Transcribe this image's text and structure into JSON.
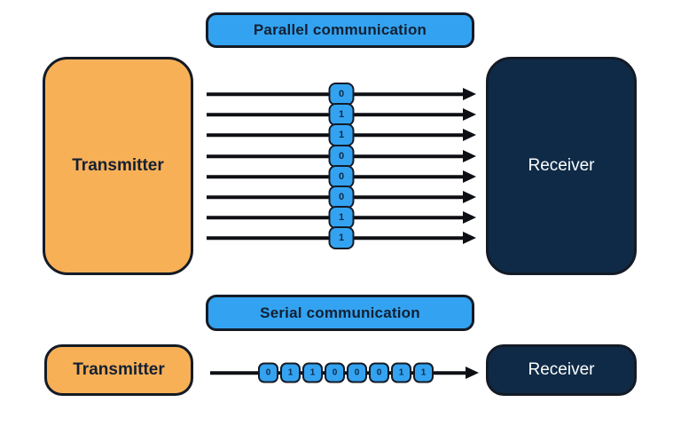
{
  "colors": {
    "page-bg": "#ffffff",
    "blue": "#33a3f1",
    "orange": "#f8b057",
    "navy": "#0e2a47",
    "border": "#141b26",
    "line": "#0d0f14",
    "dark-text": "#132032"
  },
  "parallel": {
    "title": "Parallel communication",
    "transmitter_label": "Transmitter",
    "receiver_label": "Receiver",
    "bits": [
      "0",
      "1",
      "1",
      "0",
      "0",
      "0",
      "1",
      "1"
    ]
  },
  "serial": {
    "title": "Serial communication",
    "transmitter_label": "Transmitter",
    "receiver_label": "Receiver",
    "bits": [
      "0",
      "1",
      "1",
      "0",
      "0",
      "0",
      "1",
      "1"
    ]
  }
}
